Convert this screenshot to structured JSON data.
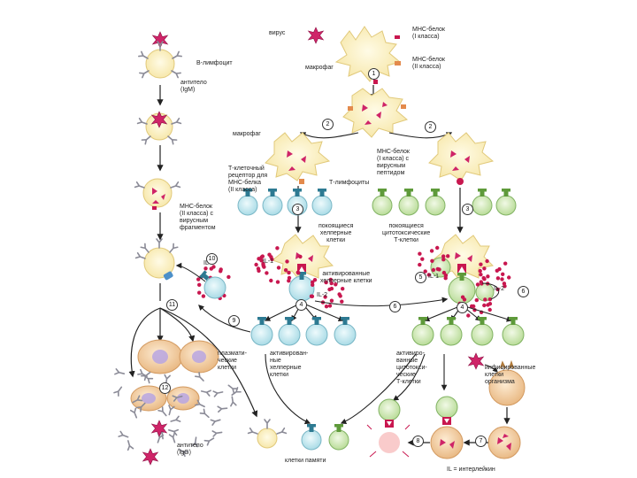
{
  "colors": {
    "cell_cream": "#fbf2c4",
    "cell_edge": "#e2c86a",
    "virus": "#d0246a",
    "particle": "#c8174f",
    "helper_t": "#cdeef3",
    "cytotoxic_t": "#d7ecc1",
    "plasma": "#f6d7b0",
    "antibody": "#8a8a96",
    "arrow": "#222222"
  },
  "labels": {
    "virus": "вирус",
    "mhc_class1_top": "МНС-белок\n(I класса)",
    "mhc_class2_top": "МНС-белок\n(II класса)",
    "macrophage_top": "макрофаг",
    "b_lymphocyte": "В-лимфоцит",
    "antibody_igm": "антитело\n(IgM)",
    "macrophage_left": "макрофаг",
    "mhc_class1_viral": "МНС-белок\n(I класса) с\nвирусным\nпептидом",
    "t_receptor": "Т-клеточный\nрецептор для\nМНС-белка\n(II класса)",
    "t_lymphocytes": "Т-лимфоциты",
    "mhc_class2_fragment": "МНС-белок\n(II класса) с\nвирусным\nфрагментом",
    "resting_helper": "покоящиеся\nхелперные\nклетки",
    "resting_cytotoxic": "покоящиеся\nцитотоксические\nТ-клетки",
    "activated_helper": "активированные\nхелперные клетки",
    "plasma_cells": "плазмати-\nческие\nклетки",
    "activated_helper_bottom": "активирован-\nные\nхелперные\nклетки",
    "activated_cytotoxic": "активиро-\nванные\nцитотокси-\nческие\nТ-клетки",
    "infected_cells": "инфицированные\nклетки\nорганизма",
    "antibody_igg": "антитело\n(IgG)",
    "memory_cells": "клетки памяти",
    "il1_left": "IL-1",
    "il1_right": "IL-1",
    "il2_left": "IL-2",
    "il2_right": "IL-2",
    "il_left_b": "IL",
    "footer": "IL = интерлейкин"
  },
  "steps": [
    "1",
    "2",
    "3",
    "3",
    "4",
    "4",
    "5",
    "6",
    "7",
    "8",
    "9",
    "10",
    "11",
    "12",
    "2",
    "6"
  ]
}
